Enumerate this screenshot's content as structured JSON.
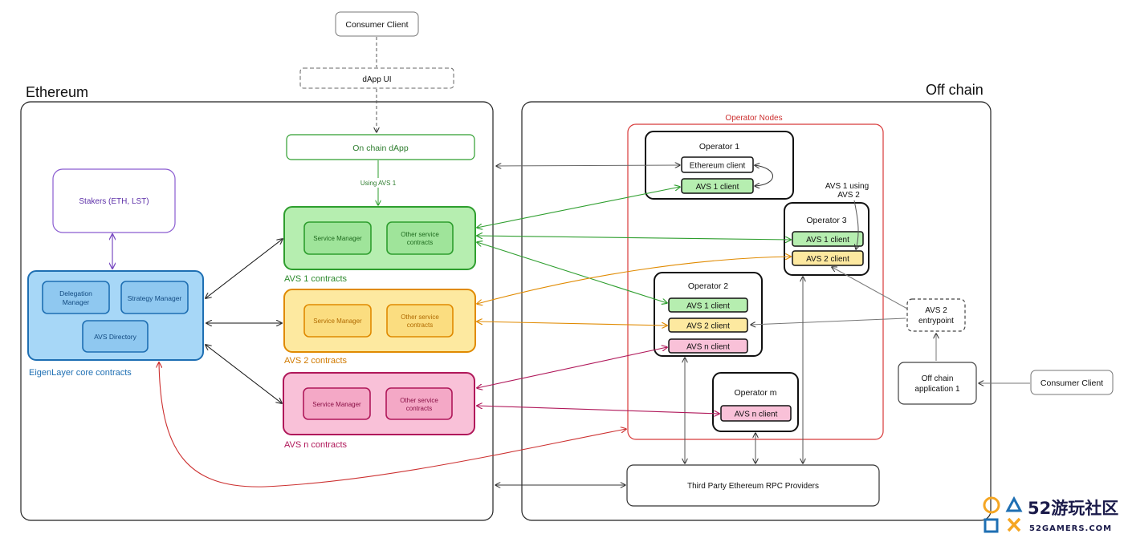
{
  "regions": {
    "ethereum": "Ethereum",
    "offchain": "Off chain",
    "operator_nodes": "Operator Nodes"
  },
  "top": {
    "consumer_client": "Consumer Client",
    "dapp_ui": "dApp UI",
    "onchain_dapp": "On chain dApp",
    "using_avs1": "Using AVS 1"
  },
  "stakers": "Stakers (ETH, LST)",
  "eigenlayer": {
    "delegation_manager_1": "Delegation",
    "delegation_manager_2": "Manager",
    "strategy_manager": "Strategy Manager",
    "avs_directory": "AVS Directory",
    "caption": "EigenLayer core contracts"
  },
  "avs_contracts": [
    {
      "caption": "AVS 1 contracts",
      "service_manager": "Service Manager",
      "other_1": "Other service",
      "other_2": "contracts"
    },
    {
      "caption": "AVS 2 contracts",
      "service_manager": "Service Manager",
      "other_1": "Other service",
      "other_2": "contracts"
    },
    {
      "caption": "AVS n contracts",
      "service_manager": "Service Manager",
      "other_1": "Other service",
      "other_2": "contracts"
    }
  ],
  "operators": {
    "op1": {
      "title": "Operator 1",
      "eth_client": "Ethereum client",
      "avs1": "AVS 1 client"
    },
    "op3": {
      "title": "Operator 3",
      "avs1": "AVS 1 client",
      "avs2": "AVS 2 client"
    },
    "op2": {
      "title": "Operator 2",
      "avs1": "AVS 1 client",
      "avs2": "AVS 2 client",
      "avsn": "AVS n client"
    },
    "opm": {
      "title": "Operator m",
      "avsn": "AVS n client"
    }
  },
  "notes": {
    "avs1_using_1": "AVS 1 using",
    "avs1_using_2": "AVS 2"
  },
  "offchain_side": {
    "entry_1": "AVS 2",
    "entry_2": "entrypoint",
    "app_1": "Off chain",
    "app_2": "application 1",
    "consumer_client": "Consumer Client"
  },
  "rpc": "Third Party Ethereum RPC Providers",
  "watermark": {
    "brand": "52游玩社区",
    "url": "52GAMERS.COM"
  },
  "colors": {
    "green": "#2e9e2e",
    "green_fill": "#b6eeb0",
    "yellow": "#e08a00",
    "yellow_fill": "#fde9a0",
    "pink": "#b0185a",
    "pink_fill": "#f9c1d8",
    "blue": "#1e6fb3",
    "blue_fill": "#a7d7f7",
    "purple": "#7a4cc2",
    "red": "#cc3030"
  }
}
